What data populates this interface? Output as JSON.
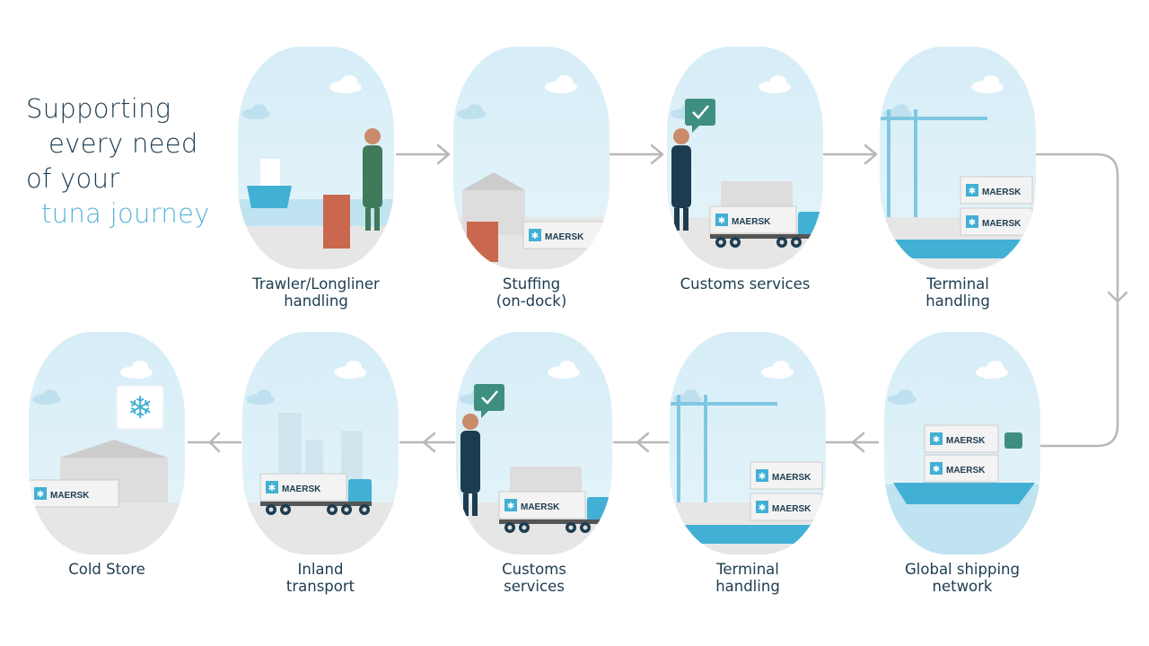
{
  "title": {
    "line1": "Supporting",
    "line2": "every need",
    "line3": "of your",
    "line4": "tuna journey"
  },
  "brand_text": "MAERSK",
  "colors": {
    "title_dark": "#1d3c50",
    "title_accent": "#5ab4d8",
    "sky": "#dceff8",
    "ground": "#e6e6e6",
    "maersk_blue": "#42b0d5",
    "check_green": "#3f8f80",
    "connector": "#b8b8b8"
  },
  "steps": [
    {
      "line1": "Trawler/Longliner",
      "line2": "handling",
      "scene": "trawler"
    },
    {
      "line1": "Stuffing",
      "line2": "(on-dock)",
      "scene": "stuffing"
    },
    {
      "line1": "Customs services",
      "line2": "",
      "scene": "customs"
    },
    {
      "line1": "Terminal",
      "line2": "handling",
      "scene": "terminal"
    },
    {
      "line1": "Global shipping",
      "line2": "network",
      "scene": "ship"
    },
    {
      "line1": "Terminal",
      "line2": "handling",
      "scene": "terminal"
    },
    {
      "line1": "Customs",
      "line2": "services",
      "scene": "customs"
    },
    {
      "line1": "Inland",
      "line2": "transport",
      "scene": "truck"
    },
    {
      "line1": "Cold Store",
      "line2": "",
      "scene": "coldstore"
    }
  ]
}
